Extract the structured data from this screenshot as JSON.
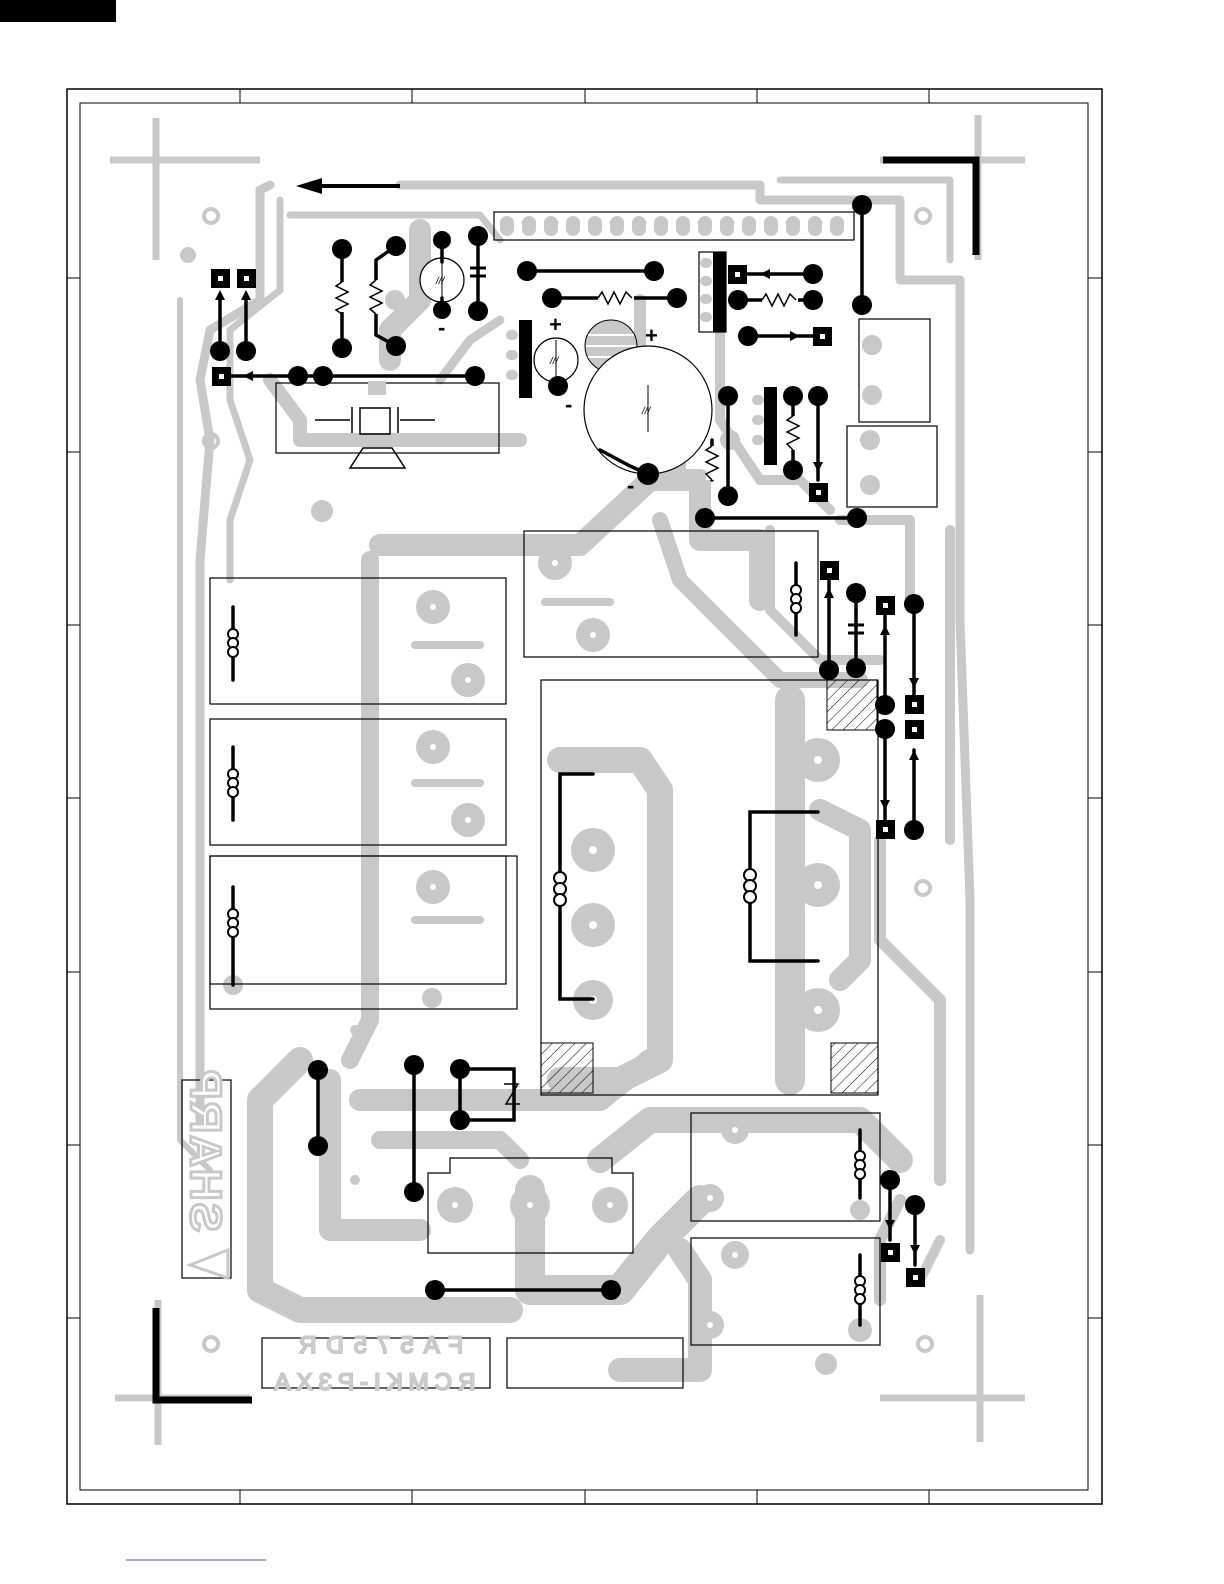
{
  "brand": {
    "logo_text": "SHARP",
    "logo_description": "mirrored copper-side brand marking"
  },
  "board_marking": {
    "line1": "FA575DR",
    "line2": "RCMKI-P3XA"
  },
  "colors": {
    "trace": "#c8c8c8",
    "component": "#000000",
    "outline": "#000000",
    "background": "#ffffff"
  },
  "symbols": {
    "polarity_plus": "+",
    "polarity_minus": "-",
    "electrolytic_mark": "///"
  },
  "icons": {
    "direction_arrow": "arrow-left-icon",
    "logo_warning_triangle": "warning-triangle-icon"
  }
}
